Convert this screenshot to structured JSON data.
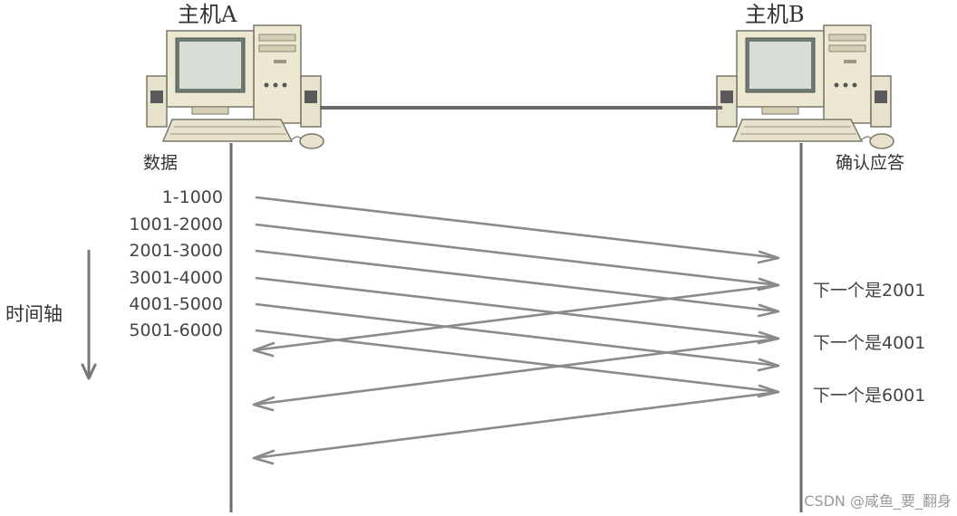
{
  "host_a": {
    "title": "主机A",
    "column_title": "数据"
  },
  "host_b": {
    "title": "主机B",
    "column_title": "确认应答"
  },
  "time_axis": {
    "label": "时间轴"
  },
  "segments": [
    {
      "label": "1-1000"
    },
    {
      "label": "1001-2000"
    },
    {
      "label": "2001-3000"
    },
    {
      "label": "3001-4000"
    },
    {
      "label": "4001-5000"
    },
    {
      "label": "5001-6000"
    }
  ],
  "acks": [
    {
      "label": "下一个是2001"
    },
    {
      "label": "下一个是4001"
    },
    {
      "label": "下一个是6001"
    }
  ],
  "watermark": "CSDN @咸鱼_要_翻身",
  "icons": [
    "computer-icon"
  ],
  "colors": {
    "arrow": "#8a8a8a",
    "timeline": "#6d6d6d",
    "text": "#444444"
  }
}
